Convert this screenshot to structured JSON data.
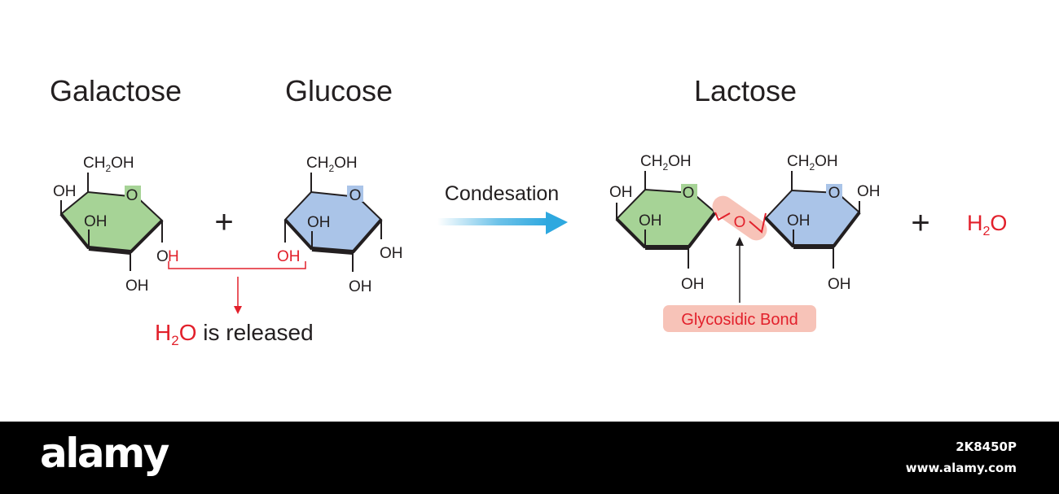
{
  "titles": {
    "left": "Galactose",
    "middle": "Glucose",
    "right": "Lactose"
  },
  "plus": "+",
  "labels": {
    "ch2oh": "CH",
    "ch2oh_sub": "2",
    "ch2oh_tail": "OH",
    "ring_o": "O",
    "oh": "OH",
    "h": "H"
  },
  "reaction": {
    "arrow_label": "Condesation"
  },
  "release": {
    "h": "H",
    "sub": "2",
    "o": "O",
    "rest": " is released"
  },
  "product_water": {
    "h": "H",
    "sub": "2",
    "o": "O"
  },
  "bond": {
    "o": "O",
    "label": "Glycosidic Bond"
  },
  "colors": {
    "galactose_fill": "#a6d396",
    "glucose_fill": "#aac4e8",
    "highlight_red": "#e2202b",
    "bond_badge": "#f7c3b8",
    "arrow_blue": "#2ea8df",
    "text": "#231f20"
  },
  "footer": {
    "brand": "alamy",
    "image_id": "2K8450P",
    "url": "www.alamy.com"
  }
}
